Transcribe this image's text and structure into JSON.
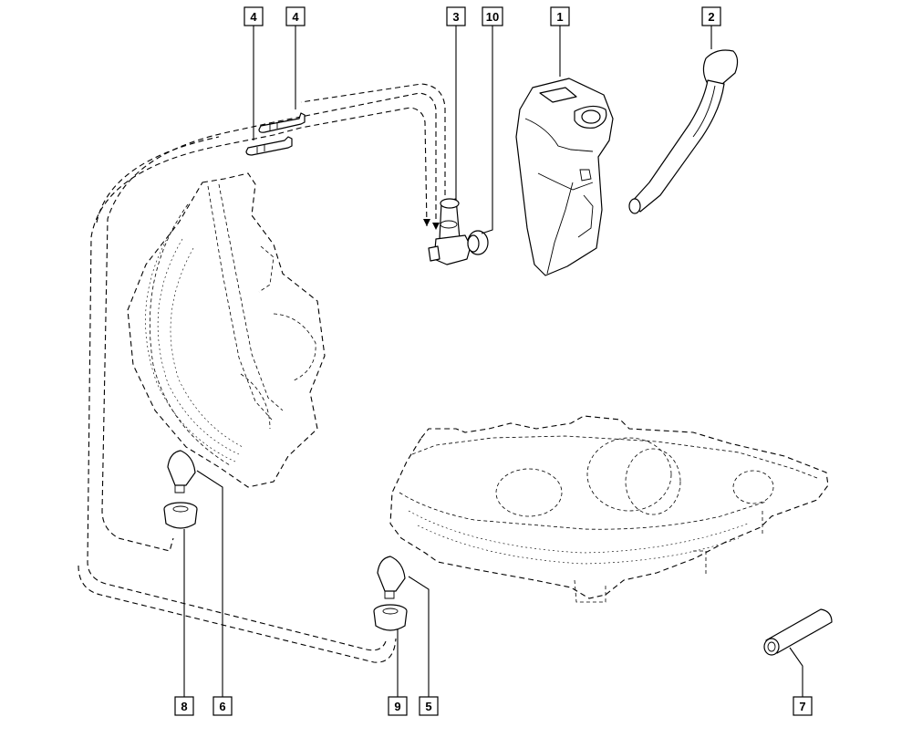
{
  "diagram": {
    "callouts": [
      {
        "id": "c4a",
        "label": "4"
      },
      {
        "id": "c4b",
        "label": "4"
      },
      {
        "id": "c3",
        "label": "3"
      },
      {
        "id": "c10",
        "label": "10"
      },
      {
        "id": "c1",
        "label": "1"
      },
      {
        "id": "c2",
        "label": "2"
      },
      {
        "id": "c8",
        "label": "8"
      },
      {
        "id": "c6",
        "label": "6"
      },
      {
        "id": "c9",
        "label": "9"
      },
      {
        "id": "c5",
        "label": "5"
      },
      {
        "id": "c7",
        "label": "7"
      }
    ]
  }
}
